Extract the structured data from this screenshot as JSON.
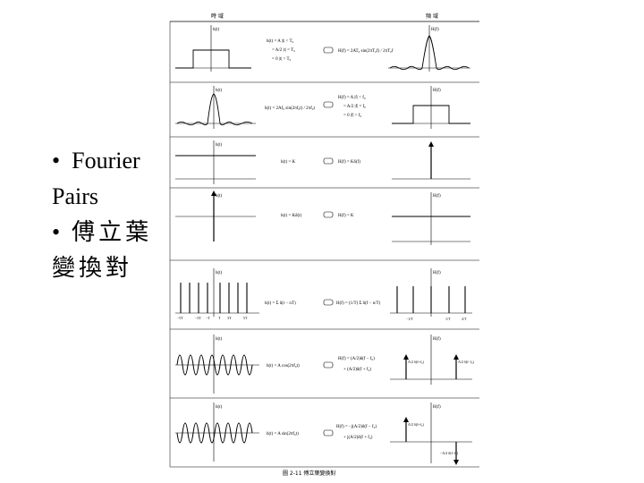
{
  "slide": {
    "bullets": [
      {
        "marker": "•",
        "text": "Fourier Pairs"
      },
      {
        "marker": "•",
        "text": "傅立葉變換對"
      }
    ]
  },
  "figure": {
    "header_left": "時 域",
    "header_right": "頻 域",
    "caption": "圖 2-11  傅立葉變換對",
    "rows": [
      {
        "time_eq": [
          "h(t) = A      |t| < T₀",
          "= A/2        |t| = T₀",
          "= 0          |t| > T₀"
        ],
        "freq_eq": [
          "H(f) = 2AT₀ sin(2πT₀f) / 2πT₀f"
        ],
        "time_label": "h(t)",
        "freq_label": "H(f)"
      },
      {
        "time_eq": [
          "h(t) = 2Af₀ sin(2πf₀t) / 2πf₀t"
        ],
        "freq_eq": [
          "H(f) = A      |f| < f₀",
          "= A/2        |f| = f₀",
          "= 0          |f| > f₀"
        ],
        "time_label": "h(t)",
        "freq_label": "H(f)"
      },
      {
        "time_eq": [
          "h(t) = K"
        ],
        "freq_eq": [
          "H(f) = Kδ(f)"
        ],
        "time_label": "h(t)",
        "freq_label": "H(f)"
      },
      {
        "time_eq": [
          "h(t) = Kδ(t)"
        ],
        "freq_eq": [
          "H(f) = K"
        ],
        "time_label": "h(t)",
        "freq_label": "H(f)"
      },
      {
        "time_eq": [
          "h(t) = Σ δ(t − nT)"
        ],
        "freq_eq": [
          "H(f) = (1/T) Σ δ(f − n/T)"
        ],
        "time_label": "h(t)",
        "freq_label": "H(f)"
      },
      {
        "time_eq": [
          "h(t) = A cos(2πf₀t)"
        ],
        "freq_eq": [
          "H(f) = (A/2)δ(f − f₀)",
          "+ (A/2)δ(f + f₀)"
        ],
        "time_label": "h(t)",
        "freq_label": "H(f)"
      },
      {
        "time_eq": [
          "h(t) = A sin(2πf₀t)"
        ],
        "freq_eq": [
          "H(f) = −j(A/2)δ(f − f₀)",
          "+ j(A/2)δ(f + f₀)"
        ],
        "time_label": "h(t)",
        "freq_label": "H(f)"
      }
    ],
    "ticks": {
      "impulse_time": [
        "−5T",
        "−3T",
        "−T",
        "T",
        "3T",
        "5T"
      ],
      "impulse_freq": [
        "−1/T",
        "1/T",
        "2/T"
      ],
      "cos_freq": [
        "A/2 δ(f+f₀)",
        "A/2 δ(f−f₀)"
      ],
      "sin_freq": [
        "A/2 δ(f+f₀)",
        "−A/2 δ(f−f₀)"
      ]
    }
  }
}
